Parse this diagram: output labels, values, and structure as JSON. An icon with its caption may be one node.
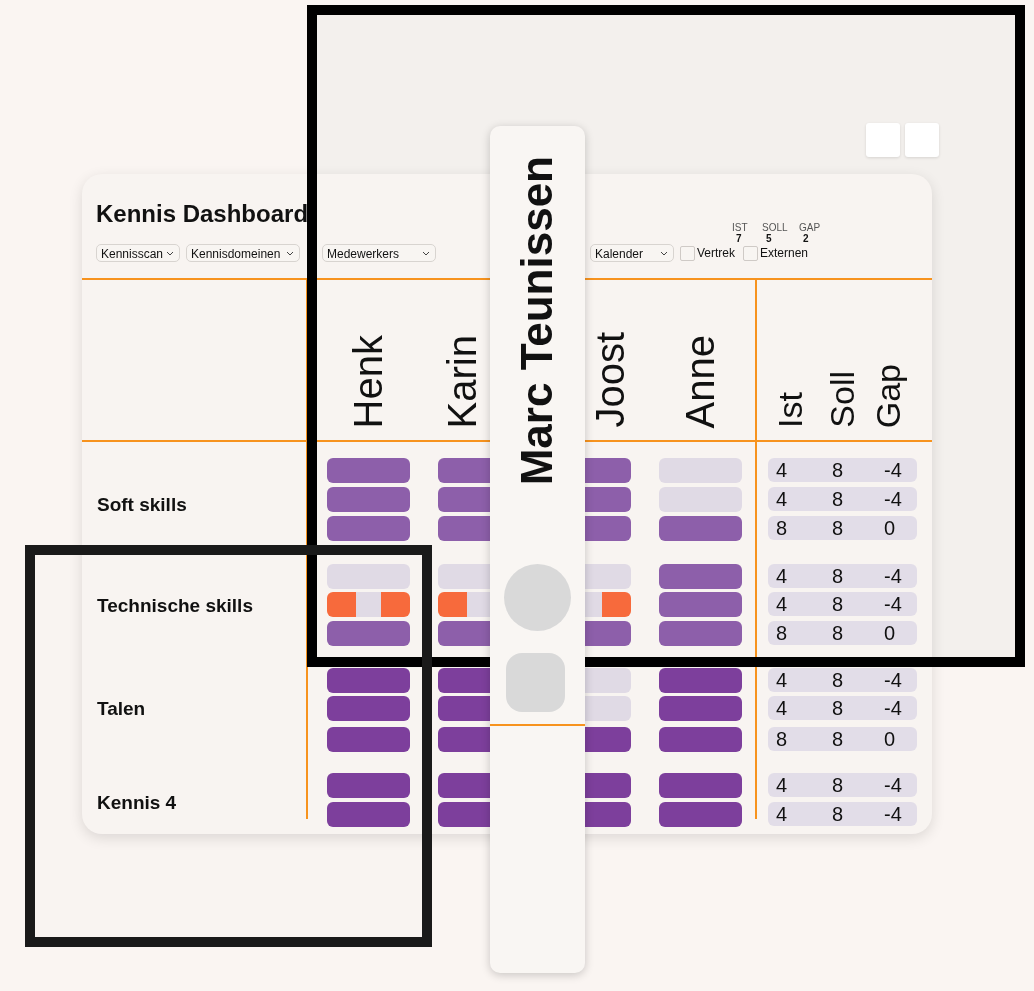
{
  "diagram": {
    "nodes": [
      {
        "text": [
          "Kennis Dashboard"
        ]
      },
      {
        "text": [
          "Marc Teunissen"
        ]
      },
      {
        "text": [],
        "shape": "circle"
      },
      {
        "text": [],
        "shape": "box"
      }
    ],
    "labels": [
      "Kennisscan",
      "Kennisdomeinen",
      "Medewerkers",
      "Kalender",
      "Vertrek",
      "Externen",
      "IST",
      "7",
      "SOLL",
      "5",
      "GAP",
      "2",
      "Henk",
      "Karin",
      "Joost",
      "Anne",
      "Ist",
      "Soll",
      "Gap",
      "Soft skills",
      "4",
      "8",
      "-4",
      "4",
      "8",
      "-4",
      "8",
      "8",
      "0",
      "Technische skills",
      "4",
      "8",
      "-4",
      "4",
      "8",
      "-4",
      "8",
      "8",
      "0",
      "Talen",
      "4",
      "8",
      "-4",
      "4",
      "8",
      "-4",
      "8",
      "8",
      "0",
      "Kennis 4",
      "4",
      "8",
      "-4",
      "4",
      "8",
      "-4"
    ]
  }
}
